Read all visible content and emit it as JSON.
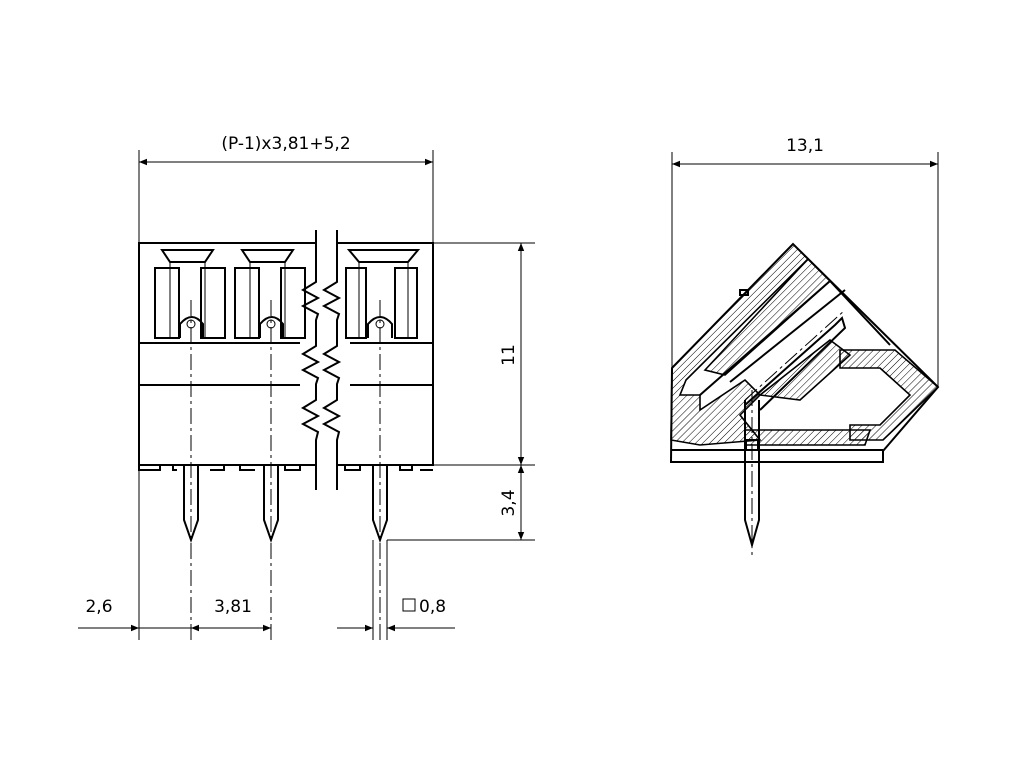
{
  "dimensions": {
    "overall_width": "(P-1)x3,81+5,2",
    "side_width": "13,1",
    "height": "11",
    "pin_length": "3,4",
    "edge_offset": "2,6",
    "pitch": "3,81",
    "pin_size": "0,8"
  }
}
